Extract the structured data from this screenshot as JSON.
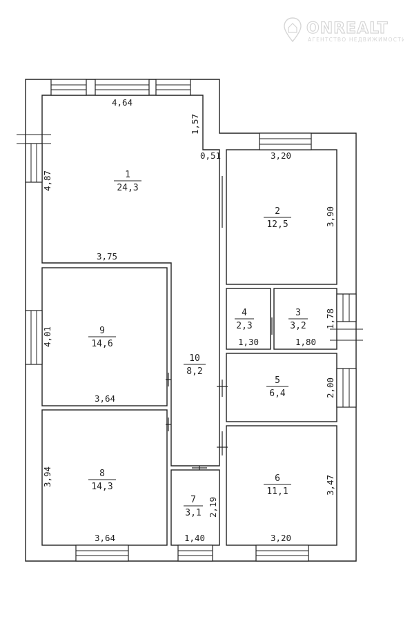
{
  "brand": {
    "name": "ONREALT",
    "tagline": "АГЕНТСТВО НЕДВИЖИМОСТИ",
    "icon": "house-pin-icon"
  },
  "rooms": [
    {
      "number": "1",
      "area": "24,3"
    },
    {
      "number": "2",
      "area": "12,5"
    },
    {
      "number": "3",
      "area": "3,2"
    },
    {
      "number": "4",
      "area": "2,3"
    },
    {
      "number": "5",
      "area": "6,4"
    },
    {
      "number": "6",
      "area": "11,1"
    },
    {
      "number": "7",
      "area": "3,1"
    },
    {
      "number": "8",
      "area": "14,3"
    },
    {
      "number": "9",
      "area": "14,6"
    },
    {
      "number": "10",
      "area": "8,2"
    }
  ],
  "dimensions": {
    "r1_top": "4,64",
    "r1_left": "4,87",
    "r1_right": "1,57",
    "r1_step": "0,51",
    "r1_bottom": "3,75",
    "r2_top": "3,20",
    "r2_right": "3,90",
    "r3_bottom": "1,80",
    "r3_right": "1,78",
    "r4_bottom": "1,30",
    "r5_right": "2,00",
    "r6_right": "3,47",
    "r6_bottom": "3,20",
    "r7_bottom": "1,40",
    "r7_right": "2,19",
    "r8_left": "3,94",
    "r8_bottom": "3,64",
    "r9_left": "4,01",
    "r9_bottom": "3,64"
  }
}
